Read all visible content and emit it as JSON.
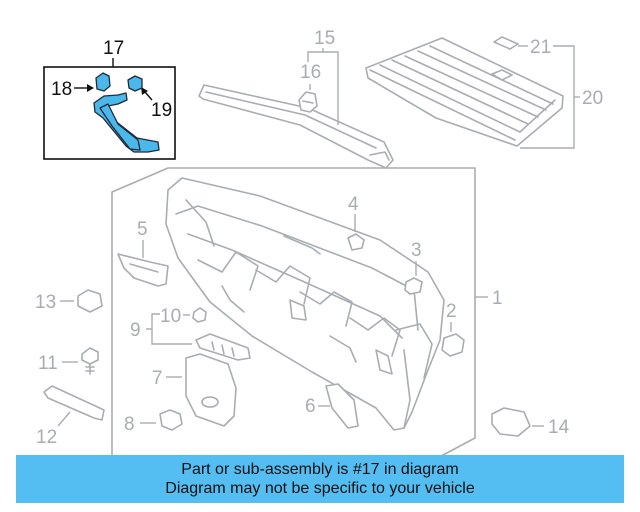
{
  "diagram": {
    "callouts": {
      "c1": "1",
      "c2": "2",
      "c3": "3",
      "c4": "4",
      "c5": "5",
      "c6": "6",
      "c7": "7",
      "c8": "8",
      "c9": "9",
      "c10": "10",
      "c11": "11",
      "c12": "12",
      "c13": "13",
      "c14": "14",
      "c15": "15",
      "c16": "16",
      "c17": "17",
      "c18": "18",
      "c19": "19",
      "c20": "20",
      "c21": "21"
    },
    "highlight_color": "#4bb8ec",
    "line_color": "#a8adb2"
  },
  "banner": {
    "line1": "Part or sub-assembly is #17 in diagram",
    "line2": "Diagram may not be specific to your vehicle",
    "background": "#54bdf2"
  }
}
